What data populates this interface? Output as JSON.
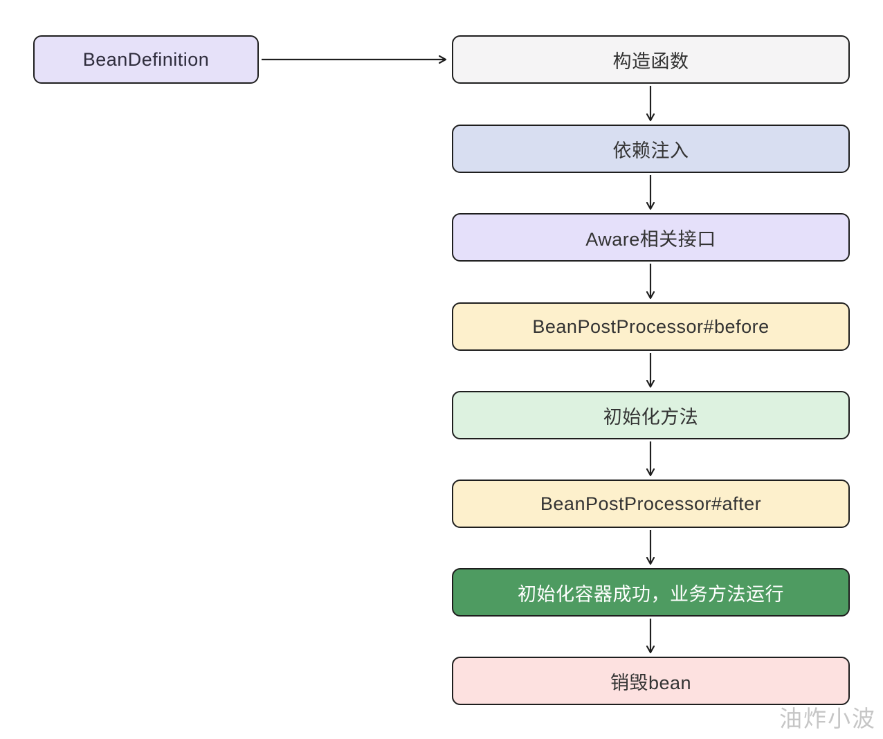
{
  "diagram": {
    "description": "Spring Bean lifecycle flowchart",
    "start_node": {
      "label": "BeanDefinition",
      "bg": "#e6e1f9",
      "text_color": "#2f2d3d"
    },
    "flow_nodes": [
      {
        "label": "构造函数",
        "bg": "#f5f4f5",
        "text_color": "#333333"
      },
      {
        "label": "依赖注入",
        "bg": "#d8def1",
        "text_color": "#333333"
      },
      {
        "label": "Aware相关接口",
        "bg": "#e5e0fa",
        "text_color": "#333333"
      },
      {
        "label": "BeanPostProcessor#before",
        "bg": "#fdf0cc",
        "text_color": "#333333"
      },
      {
        "label": "初始化方法",
        "bg": "#ddf2e0",
        "text_color": "#333333"
      },
      {
        "label": "BeanPostProcessor#after",
        "bg": "#fdf0cc",
        "text_color": "#333333"
      },
      {
        "label": "初始化容器成功，业务方法运行",
        "bg": "#4e9b61",
        "text_color": "#ffffff"
      },
      {
        "label": "销毁bean",
        "bg": "#fde1e0",
        "text_color": "#333333"
      }
    ],
    "arrow_color": "#1e1e1e",
    "border_color": "#1e1e1e",
    "watermark": "油炸小波"
  }
}
